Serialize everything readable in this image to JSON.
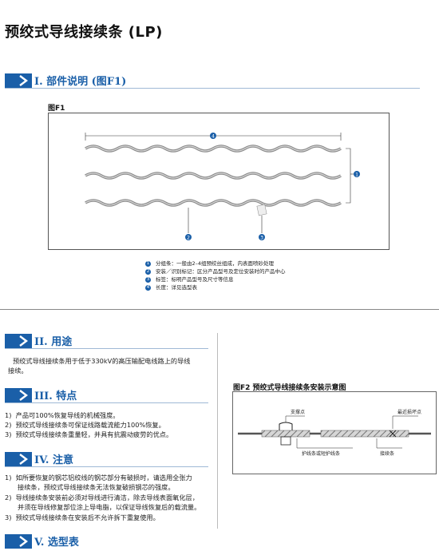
{
  "page": {
    "title": "预绞式导线接续条 (LP)"
  },
  "section1": {
    "heading": "I. 部件说明 (图F1)",
    "figure_label": "图F1",
    "callouts": [
      "4",
      "1",
      "2",
      "3"
    ],
    "legend": [
      {
        "num": "1",
        "text": "分组条：一般由2–4组预绞丝组成，内表面喷砂处理"
      },
      {
        "num": "2",
        "text": "安装／识别标记：区分产品型号及定位安装时的产品中心"
      },
      {
        "num": "3",
        "text": "标签：标明产品型号及尺寸等信息"
      },
      {
        "num": "4",
        "text": "长度：详见选型表"
      }
    ]
  },
  "section2": {
    "heading": "II. 用途",
    "body_line1": "预绞式导线接续条用于低于330kV的高压输配电线路上的导线",
    "body_line2": "接续。"
  },
  "section3": {
    "heading": "III. 特点",
    "items": [
      {
        "num": "1)",
        "text": "产品可100%恢复导线的机械强度。"
      },
      {
        "num": "2)",
        "text": "预绞式导线接续条可保证线路载流能力100%恢复。"
      },
      {
        "num": "3)",
        "text": "预绞式导线接续条重量轻，并具有抗震动疲劳的优点。"
      }
    ]
  },
  "section4": {
    "heading": "IV. 注意",
    "items": [
      {
        "num": "1)",
        "line1": "如所要恢复的钢芯铝绞线的钢芯部分有破损时，请选用全张力",
        "line2": "接续条，预绞式导线接续条无法恢复破损钢芯的强度。"
      },
      {
        "num": "2)",
        "line1": "导线接续条安装前必须对导线进行清洁，除去导线表面氧化层，",
        "line2": "并须在导线修复部位涂上导电脂，以保证导线恢复后的载流量。"
      },
      {
        "num": "3)",
        "line1": "预绞式导线接续条在安装后不允许拆下重复使用。",
        "line2": ""
      }
    ]
  },
  "section5": {
    "heading": "V. 选型表"
  },
  "figure2": {
    "caption": "图F2 预绞式导线接续条安装示意图",
    "labels": {
      "support": "支撑点",
      "damage": "最近损坏点",
      "armor": "护线条或短护线条",
      "splice": "接续条"
    }
  },
  "colors": {
    "accent": "#1a5fa8",
    "rule": "#9fb9d6"
  }
}
